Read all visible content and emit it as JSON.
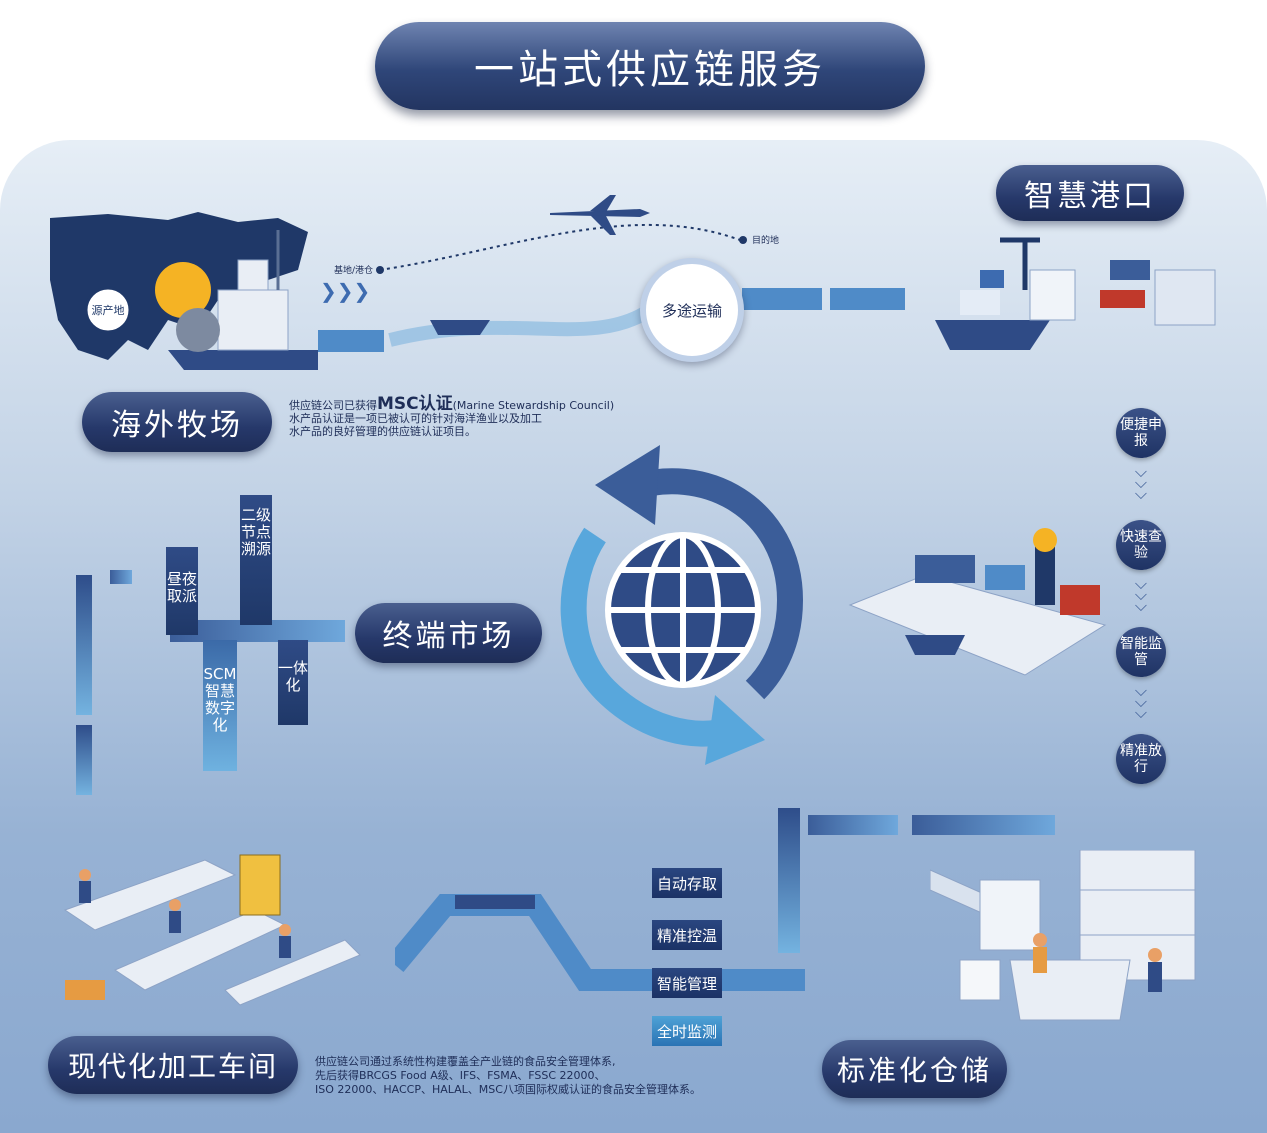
{
  "title": "一站式供应链服务",
  "sections": {
    "overseas_ranch": "海外牧场",
    "smart_port": "智慧港口",
    "terminal_market": "终端市场",
    "processing_workshop": "现代化加工车间",
    "warehousing": "标准化仓储"
  },
  "transport": {
    "origin_label": "源产地",
    "base_label": "基地/港仓",
    "destination_label": "目的地",
    "multimodal": "多途运输"
  },
  "msc_text": {
    "prefix": "供应链公司已获得",
    "highlight": "MSC认证",
    "suffix": "(Marine Stewardship Council)",
    "line2": "水产品认证是一项已被认可的针对海洋渔业以及加工",
    "line3": "水产品的良好管理的供应链认证项目。"
  },
  "customs_steps": [
    "便捷申报",
    "快速查验",
    "智能监管",
    "精准放行"
  ],
  "market_features": [
    "昼夜取派",
    "二级节点溯源",
    "SCM智慧数字化",
    "一体化"
  ],
  "warehouse_features": [
    "自动存取",
    "精准控温",
    "智能管理",
    "全时监测"
  ],
  "food_safety_text": {
    "line1": "供应链公司通过系统性构建覆盖全产业链的食品安全管理体系,",
    "line2": "先后获得BRCGS Food A级、IFS、FSMA、FSSC 22000、",
    "line3": "ISO 22000、HACCP、HALAL、MSC八项国际权威认证的食品安全管理体系。"
  },
  "colors": {
    "navy": "#1e2d57",
    "mid_blue": "#2f4b86",
    "light_blue": "#4fa2d6",
    "panel_top": "#e6eef6",
    "panel_bottom": "#8aa8cf"
  }
}
